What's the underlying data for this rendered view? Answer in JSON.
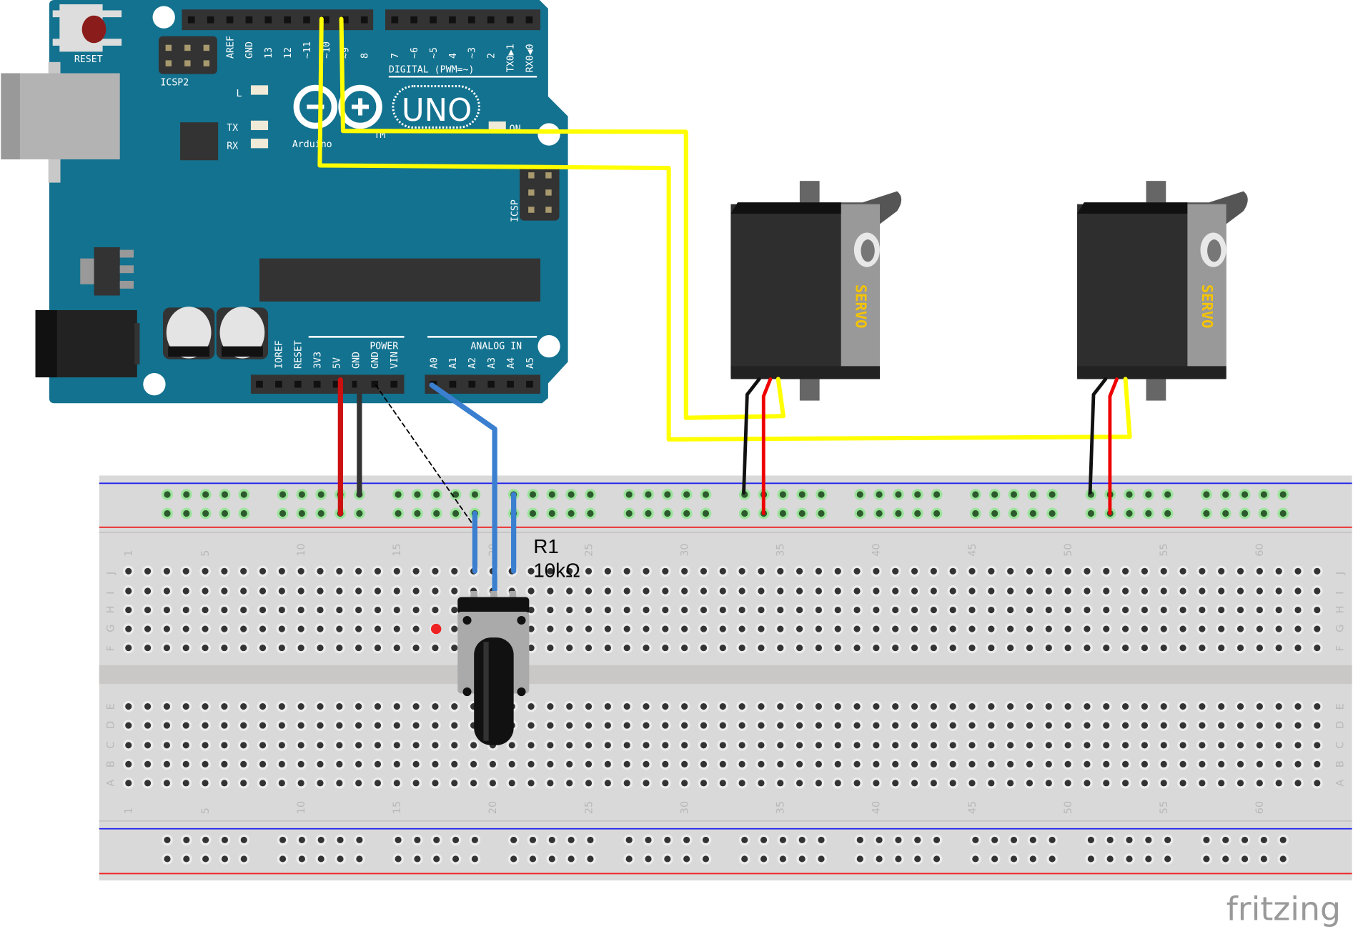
{
  "arduino": {
    "reset_label": "RESET",
    "icsp2_label": "ICSP2",
    "icsp_label": "ICSP",
    "led_labels": [
      "L",
      "TX",
      "RX",
      "ON"
    ],
    "brand": "Arduino",
    "trademark": "TM",
    "model": "UNO",
    "digital_label": "DIGITAL (PWM=~)",
    "digital_pins": [
      "AREF",
      "GND",
      "13",
      "12",
      "~11",
      "~10",
      "~9",
      "8",
      "7",
      "~6",
      "~5",
      "4",
      "~3",
      "2",
      "TX0▶1",
      "RX0◀0"
    ],
    "power_label": "POWER",
    "power_pins": [
      "IOREF",
      "RESET",
      "3V3",
      "5V",
      "GND",
      "GND",
      "VIN"
    ],
    "analog_label": "ANALOG IN",
    "analog_pins": [
      "A0",
      "A1",
      "A2",
      "A3",
      "A4",
      "A5"
    ],
    "board_color": "#13728f"
  },
  "breadboard": {
    "column_labels": [
      "1",
      "5",
      "10",
      "15",
      "20",
      "25",
      "30",
      "35",
      "40",
      "45",
      "50",
      "55",
      "60"
    ],
    "top_rows": [
      "J",
      "I",
      "H",
      "G",
      "F"
    ],
    "bottom_rows": [
      "E",
      "D",
      "C",
      "B",
      "A"
    ]
  },
  "potentiometer": {
    "ref": "R1",
    "value": "10kΩ"
  },
  "servos": [
    {
      "label": "SERVO"
    },
    {
      "label": "SERVO"
    }
  ],
  "wires": {
    "signal_color": "#ffff00",
    "power_color": "#cc1010",
    "ground_color": "#222222",
    "analog_color": "#3a7fd0"
  },
  "watermark": "fritzing"
}
